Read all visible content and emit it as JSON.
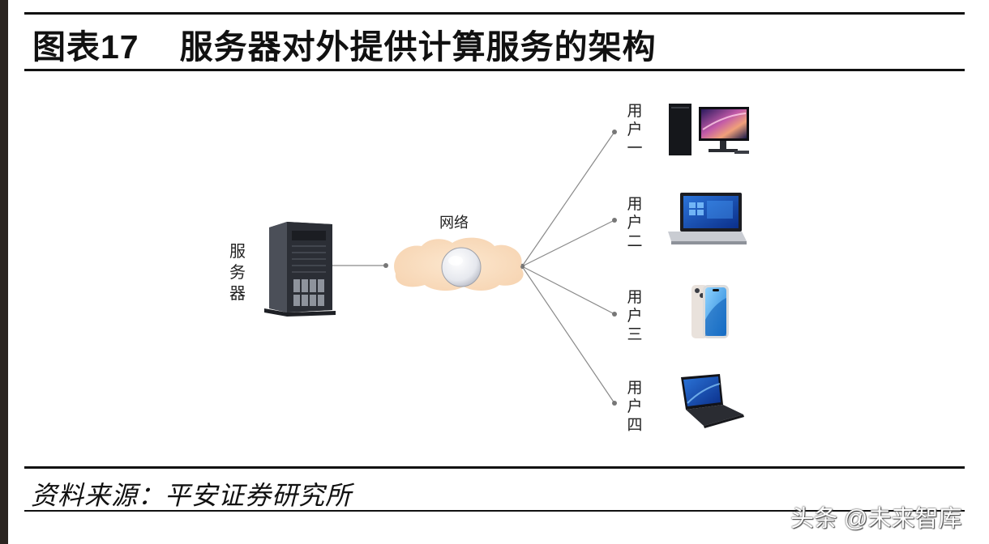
{
  "figure": {
    "label": "图表17",
    "title": "服务器对外提供计算服务的架构"
  },
  "diagram": {
    "server_label": "服务器",
    "network_label": "网络",
    "users": [
      {
        "label": "用户一",
        "device": "desktop-computer-icon"
      },
      {
        "label": "用户二",
        "device": "all-in-one-computer-icon"
      },
      {
        "label": "用户三",
        "device": "smartphone-icon"
      },
      {
        "label": "用户四",
        "device": "laptop-icon"
      }
    ]
  },
  "source": "资料来源：平安证券研究所",
  "watermark": "头条 @未来智库"
}
